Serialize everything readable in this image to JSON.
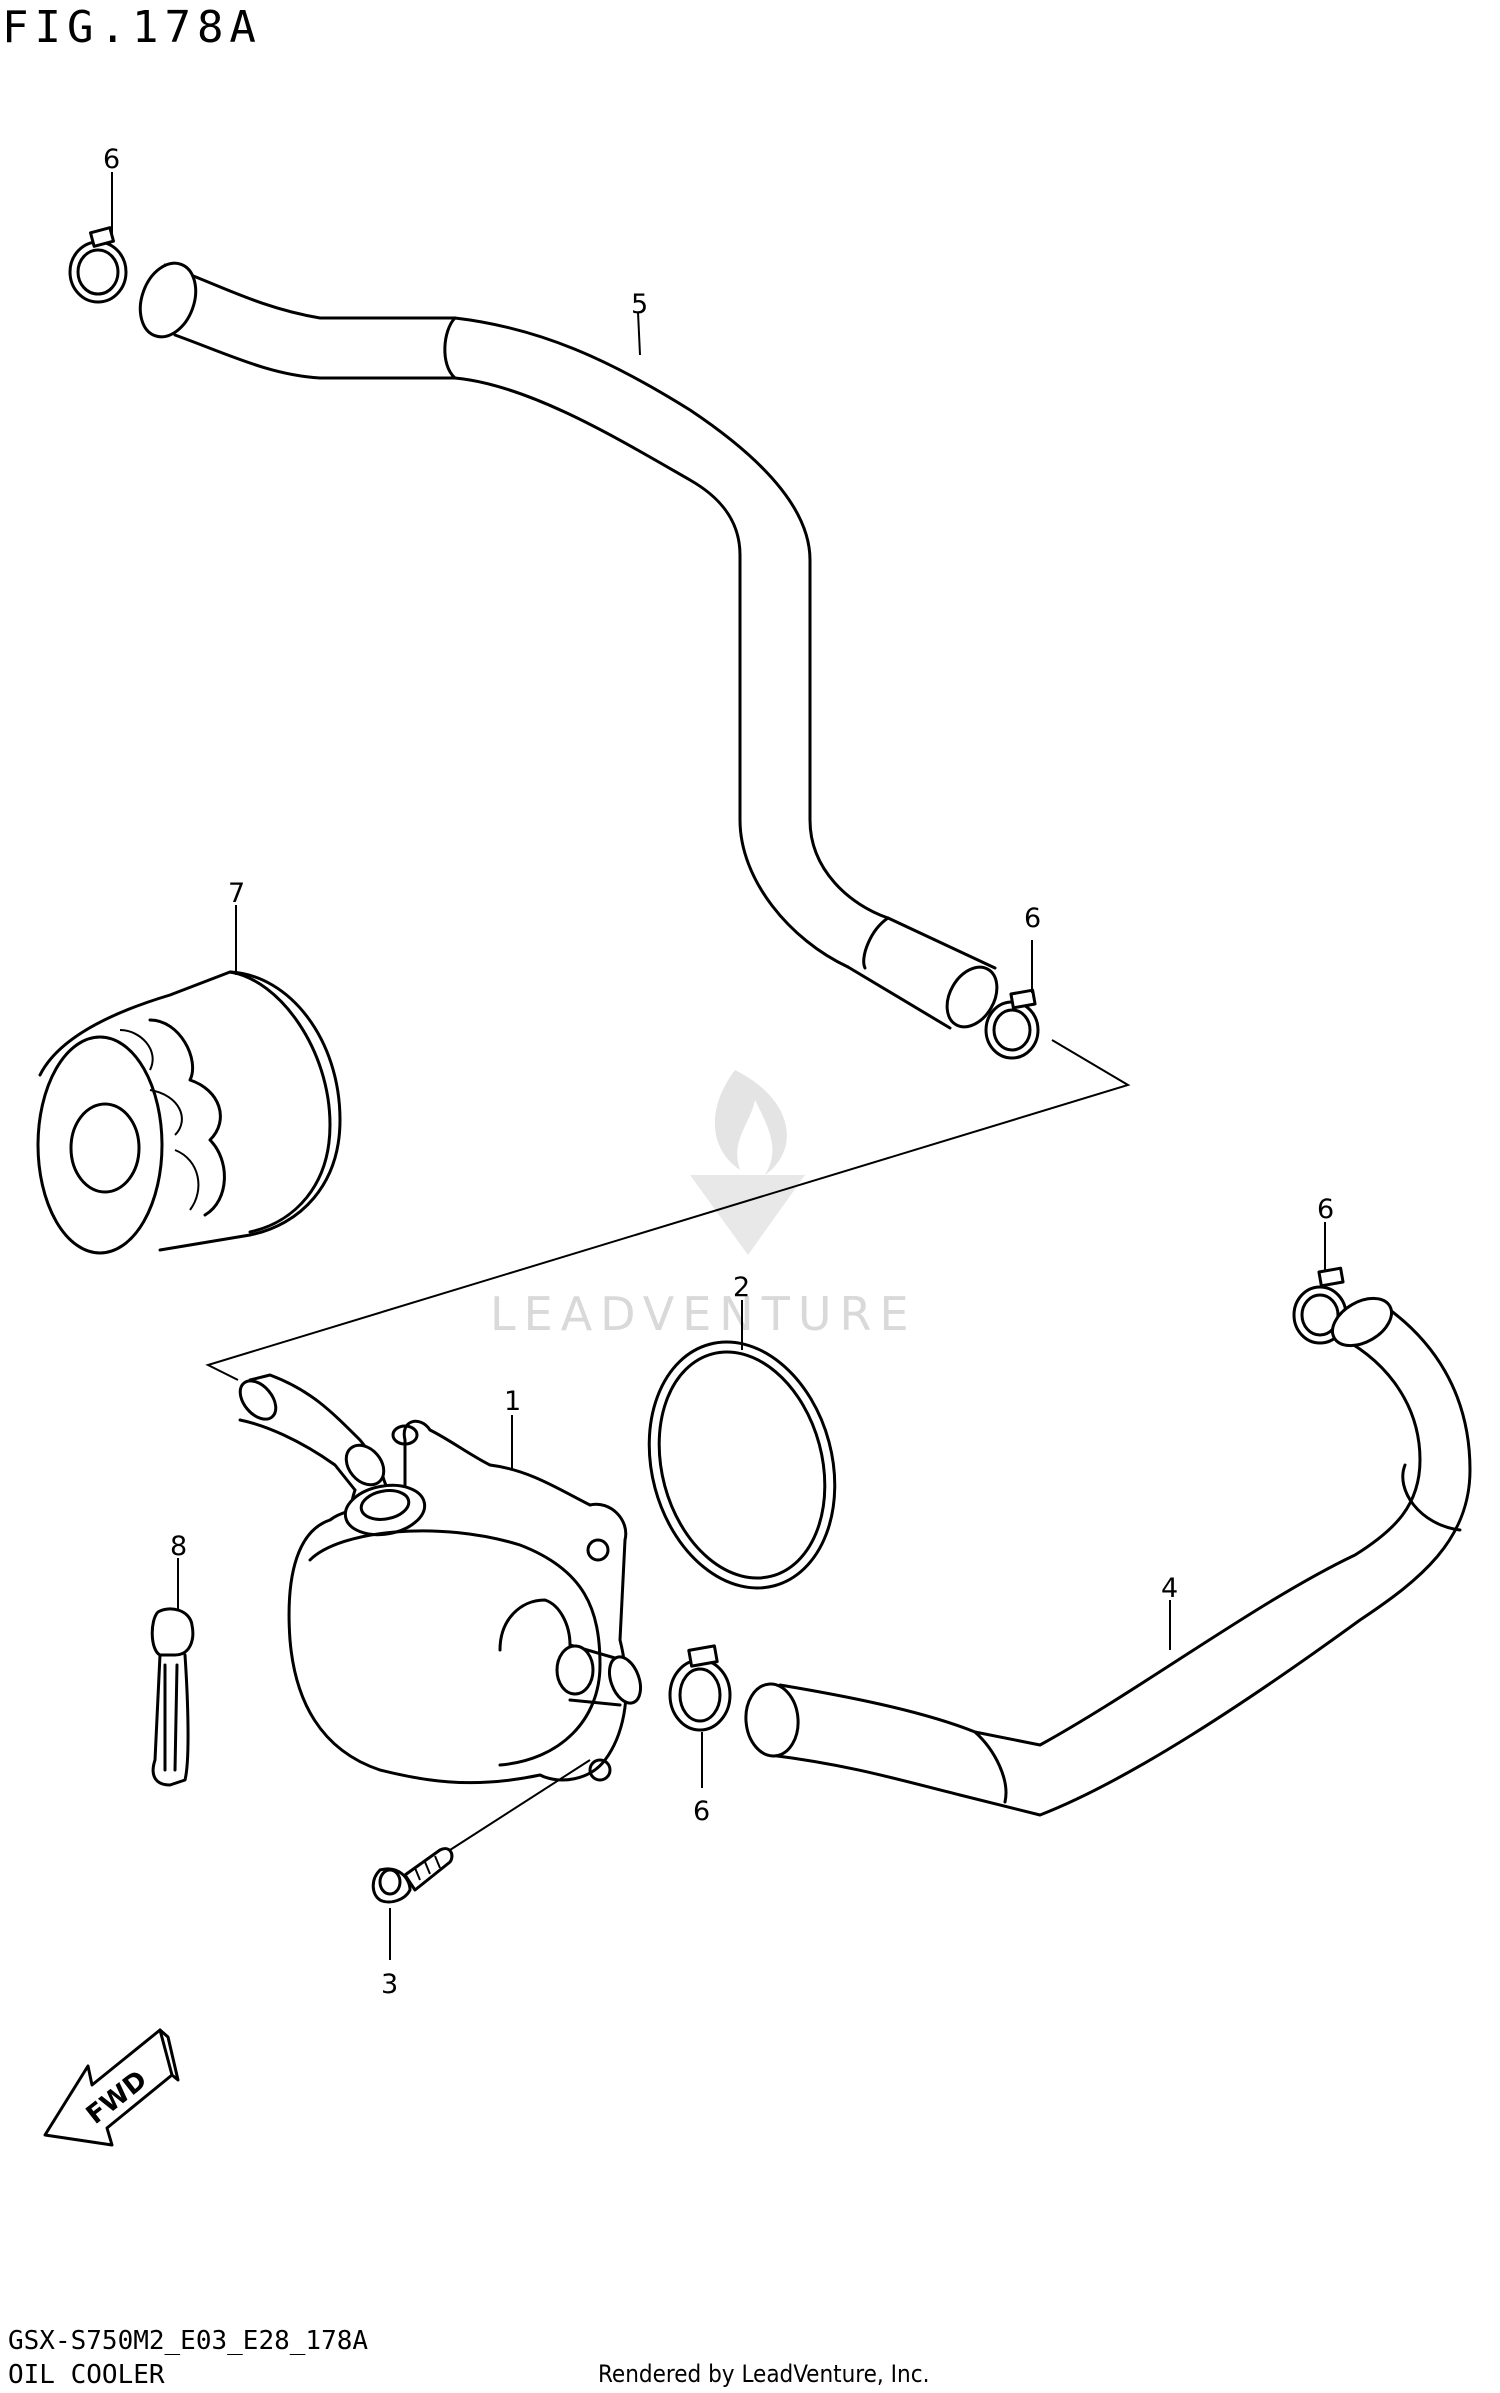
{
  "figure": {
    "title": "FIG.178A",
    "drawing_code": "GSX-S750M2_E03_E28_178A",
    "section_name": "OIL COOLER",
    "credit": "Rendered by LeadVenture, Inc.",
    "watermark": "LEADVENTURE"
  },
  "callouts": {
    "clamp_top_left": "6",
    "hose_upper": "5",
    "filter": "7",
    "clamp_upper_right": "6",
    "clamp_right": "6",
    "o_ring": "2",
    "cooler": "1",
    "band": "8",
    "hose_lower": "4",
    "clamp_lower": "6",
    "bolt": "3"
  },
  "fwd_marker": "FWD"
}
